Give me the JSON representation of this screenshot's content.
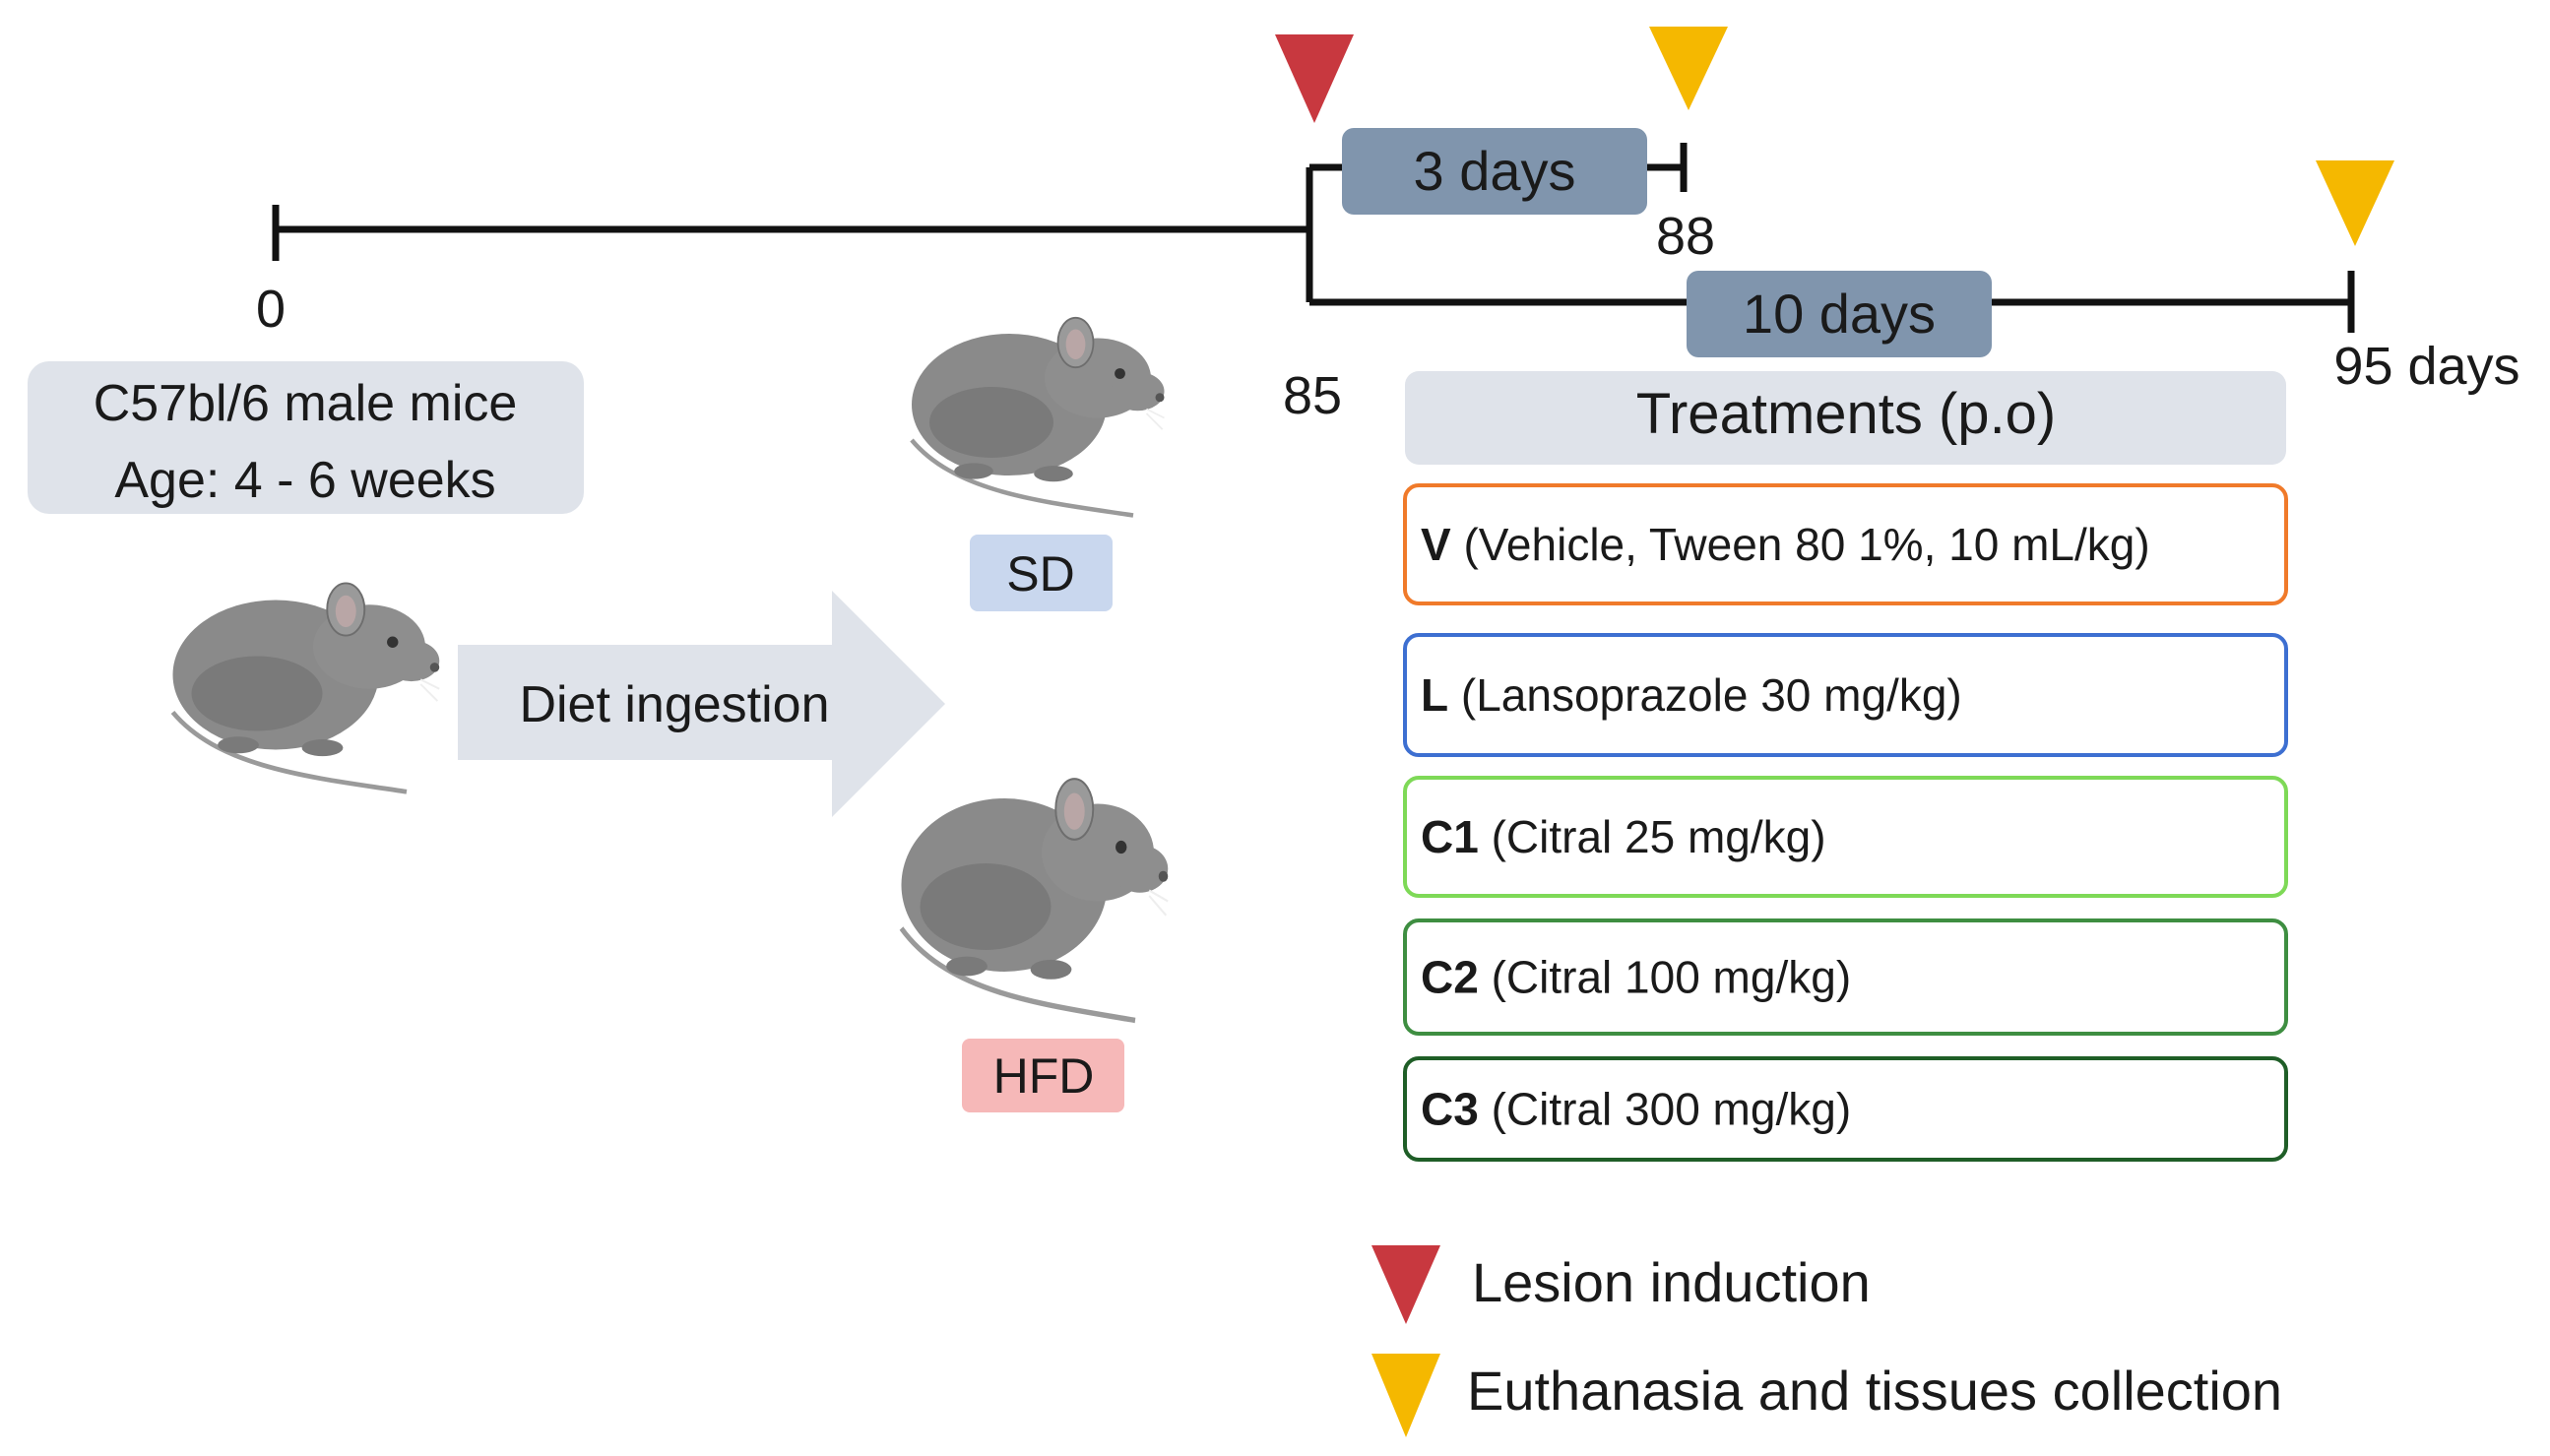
{
  "timeline": {
    "start": "0",
    "split": "85",
    "end_short": "88",
    "end_long": "95 days",
    "short_duration": "3 days",
    "long_duration": "10 days"
  },
  "subjects": {
    "line1": "C57bl/6 male mice",
    "line2": "Age: 4 - 6 weeks"
  },
  "diet": {
    "arrow_label": "Diet ingestion",
    "sd": "SD",
    "hfd": "HFD"
  },
  "treatments": {
    "header": "Treatments (p.o)",
    "items": [
      {
        "code": "V",
        "text": " (Vehicle, Tween 80 1%, 10 mL/kg)",
        "color": "#f07a2a"
      },
      {
        "code": "L",
        "text": " (Lansoprazole 30 mg/kg)",
        "color": "#3d6fd1"
      },
      {
        "code": "C1",
        "text": " (Citral 25 mg/kg)",
        "color": "#7ed957"
      },
      {
        "code": "C2",
        "text": " (Citral 100 mg/kg)",
        "color": "#3e8e41"
      },
      {
        "code": "C3",
        "text": " (Citral 300 mg/kg)",
        "color": "#1f5e27"
      }
    ]
  },
  "legend": {
    "lesion": "Lesion induction",
    "euthanasia": "Euthanasia and tissues collection"
  },
  "colors": {
    "lesion_marker": "#c8383f",
    "euthanasia_marker": "#f5b800",
    "duration_box": "#8095ad",
    "label_box": "#dfe3ea",
    "sd_box": "#c9d7ee",
    "hfd_box": "#f6b8b8",
    "mouse_body": "#8a8a8a"
  }
}
